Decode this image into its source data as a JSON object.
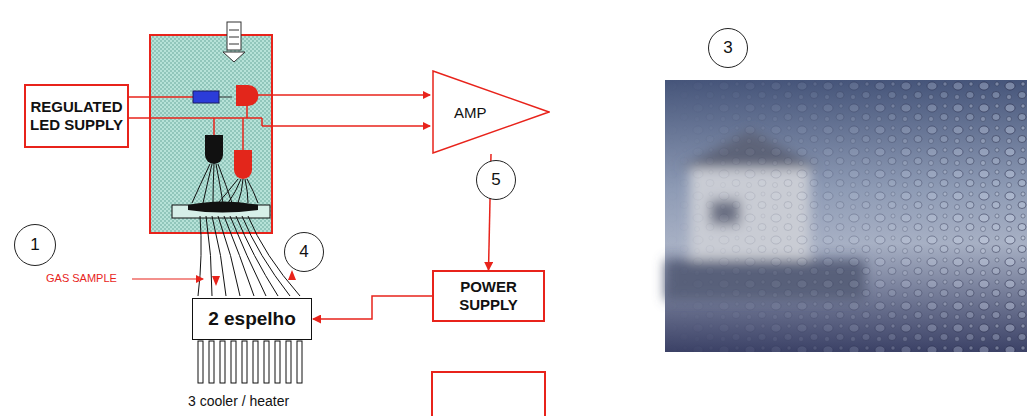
{
  "diagram": {
    "nodes": [
      {
        "text": [
          "REGULATED LED SUPPLY"
        ]
      },
      {
        "text": [
          "AMP"
        ]
      },
      {
        "text": [
          "3"
        ]
      },
      {
        "text": [
          "5"
        ]
      },
      {
        "text": [
          "1"
        ]
      },
      {
        "text": [
          "4"
        ]
      },
      {
        "text": [
          "POWER SUPPLY"
        ]
      },
      {
        "text": [
          "2 espelho"
        ]
      }
    ],
    "edges": [
      {
        "from": 1,
        "to": 6,
        "arrow": "to"
      },
      {
        "from": 6,
        "to": 7,
        "arrow": "to"
      }
    ],
    "labels": [
      "GAS SAMPLE",
      "3 cooler / heater"
    ]
  }
}
